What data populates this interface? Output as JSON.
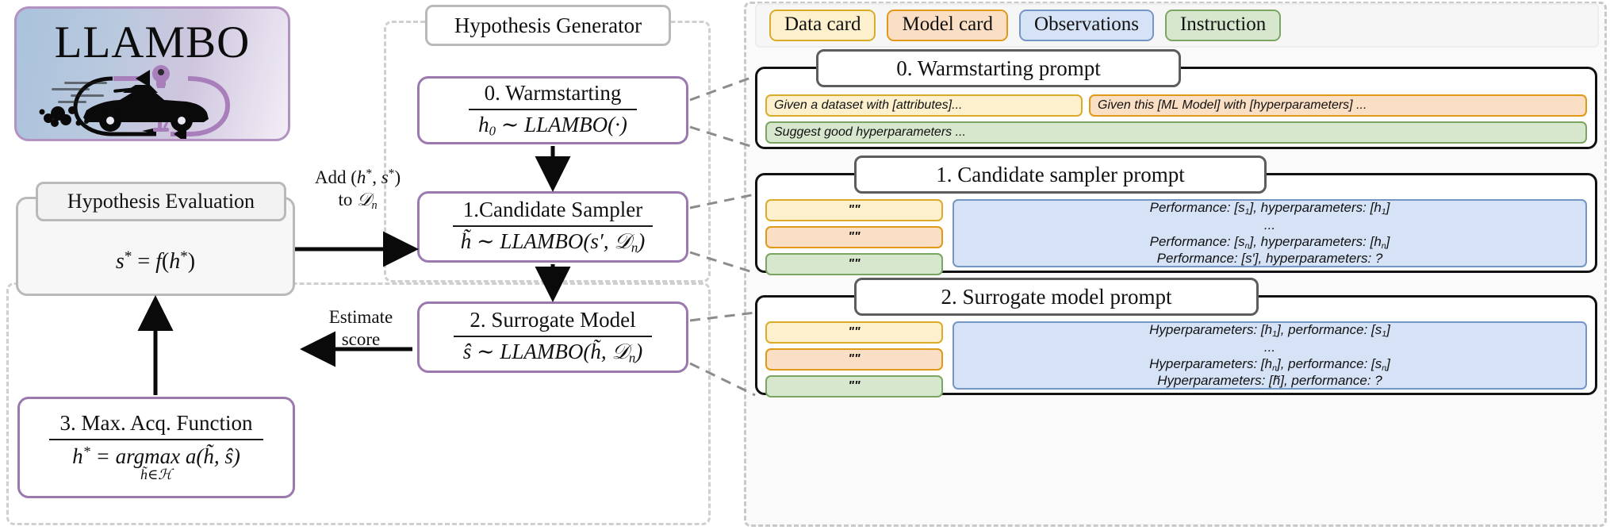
{
  "logo": {
    "word": "LLAMBO",
    "icons": [
      "lightbulb-icon",
      "sports-car-icon",
      "microscope-icon"
    ]
  },
  "left_column": {
    "hypothesis_evaluation": {
      "header": "Hypothesis Evaluation",
      "equation_html": "<i>s</i><sup class=\"m\">*</sup> = <i>f</i>(<i>h</i><sup class=\"m\">*</sup>)"
    },
    "max_acq_function": {
      "title": "3. Max. Acq. Function",
      "equation_html": "<i>h</i><sup class=\"m\">*</sup> = argmax <i>a</i>(<i>h&#771;</i>, <i>s&#770;</i>)",
      "subscript_html": "<i>h&#771;</i>&#8712;<i>&#8459;</i>"
    }
  },
  "center_column": {
    "generator_title": "Hypothesis Generator",
    "steps": [
      {
        "title": "0. Warmstarting",
        "equation_html": "<i>h</i><sub class=\"m\">0</sub> &#8764; LLAMBO(&middot;)"
      },
      {
        "title": "1.Candidate Sampler",
        "equation_html": "<i>h&#771;</i> &#8764; LLAMBO(<i>s&#8242;</i>, <i>&#119967;</i><sub class=\"m\">n</sub>)"
      },
      {
        "title": "2. Surrogate Model",
        "equation_html": "<i>s&#770;</i> &#8764; LLAMBO(<i>h&#771;</i>, <i>&#119967;</i><sub class=\"m\">n</sub>)"
      }
    ]
  },
  "arrow_labels": {
    "add_to_dataset_line1_html": "Add (<i>h</i><sup class=\"m\">*</sup>, <i>s</i><sup class=\"m\">*</sup>)",
    "add_to_dataset_line2_html": "to <i>&#119967;</i><sub class=\"m\">n</sub>",
    "estimate_score_line1": "Estimate",
    "estimate_score_line2": "score"
  },
  "legend": {
    "items": [
      {
        "label": "Data card",
        "color": "#fdf0cd",
        "border": "#ddab2a"
      },
      {
        "label": "Model card",
        "color": "#fbdfc4",
        "border": "#e09a18"
      },
      {
        "label": "Observations",
        "color": "#d6e3f7",
        "border": "#7496c6"
      },
      {
        "label": "Instruction",
        "color": "#d7e7cd",
        "border": "#7aa661"
      }
    ]
  },
  "prompts": [
    {
      "title": "0. Warmstarting prompt",
      "row1": [
        {
          "kind": "data",
          "text": "Given a dataset with [attributes]..."
        },
        {
          "kind": "model",
          "text": "Given this [ML Model] with [hyperparameters] ..."
        }
      ],
      "row2": [
        {
          "kind": "instruction",
          "text": "Suggest good hyperparameters ..."
        }
      ]
    },
    {
      "title": "1. Candidate sampler prompt",
      "cards": [
        {
          "kind": "data",
          "text": "\"\""
        },
        {
          "kind": "model",
          "text": "\"\""
        },
        {
          "kind": "instruction",
          "text": "\"\""
        }
      ],
      "observations_html": [
        "Performance: [<i>s</i><sub class=\"m\">1</sub>], hyperparameters: [<i>h</i><sub class=\"m\">1</sub>]",
        "...",
        "Performance: [<i>s</i><sub class=\"m\">n</sub>], hyperparameters: [<i>h</i><sub class=\"m\">n</sub>]",
        "Performance: [<i>s&#8242;</i>], hyperparameters: ?"
      ]
    },
    {
      "title": "2. Surrogate model prompt",
      "cards": [
        {
          "kind": "data",
          "text": "\"\""
        },
        {
          "kind": "model",
          "text": "\"\""
        },
        {
          "kind": "instruction",
          "text": "\"\""
        }
      ],
      "observations_html": [
        "Hyperparameters: [<i>h</i><sub class=\"m\">1</sub>], performance: [<i>s</i><sub class=\"m\">1</sub>]",
        "...",
        "Hyperparameters: [<i>h</i><sub class=\"m\">n</sub>], performance: [<i>s</i><sub class=\"m\">n</sub>]",
        "Hyperparameters: [<i>h&#771;</i>], performance: ?"
      ]
    }
  ]
}
